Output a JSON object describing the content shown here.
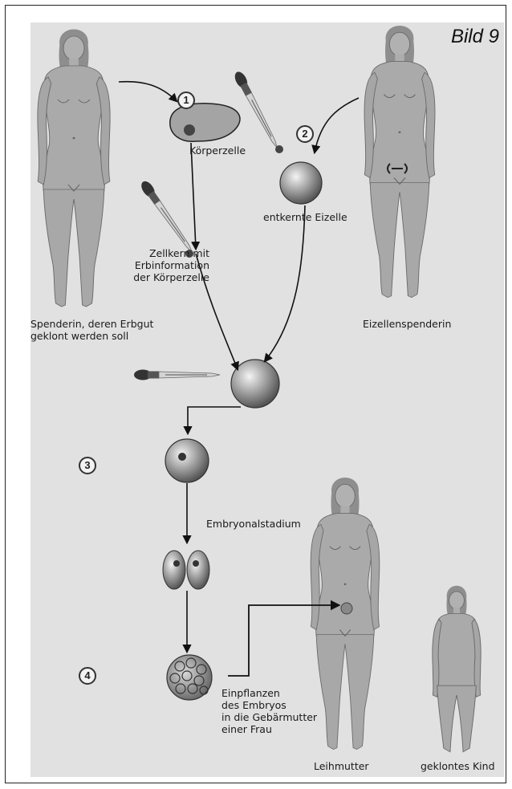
{
  "figure": {
    "title": "Bild 9",
    "steps": [
      "1",
      "2",
      "3",
      "4"
    ],
    "labels": {
      "body_cell": "Körperzelle",
      "enucleated_egg": "entkernte Eizelle",
      "nucleus": "Zellkern mit\nErbinformation\nder Körperzelle",
      "donor": "Spenderin, deren Erbgut\ngeklont werden soll",
      "egg_donor": "Eizellenspenderin",
      "embryo_stage": "Embryonalstadium",
      "implant": "Einpflanzen\ndes Embryos\nin die Gebärmutter\neiner Frau",
      "surrogate": "Leihmutter",
      "cloned_child": "geklontes Kind"
    },
    "colors": {
      "panel": "#e1e1e1",
      "figure_fill": "#a9a9a9",
      "figure_stroke": "#6a6a6a",
      "cell": "#7c7c7c",
      "arrow": "#111111"
    }
  }
}
